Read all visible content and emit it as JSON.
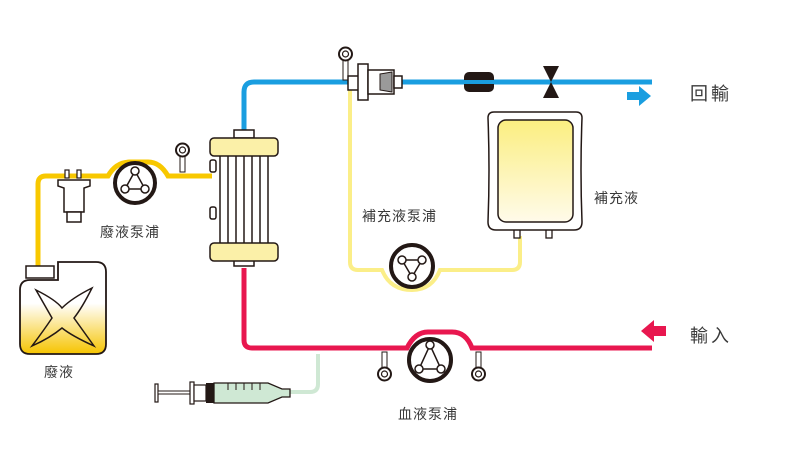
{
  "labels": {
    "return": "回輸",
    "input": "輸入",
    "waste_pump": "廢液泵浦",
    "replacement_pump": "補充液泵浦",
    "replacement_fluid": "補充液",
    "waste": "廢液",
    "blood_pump": "血液泵浦"
  },
  "colors": {
    "return_line": "#1a9ee0",
    "input_line": "#e8174f",
    "waste_line": "#f8c800",
    "replacement_line": "#fbee88",
    "syringe_line": "#cfe8d4",
    "filter_cap": "#fbf0a8",
    "outline": "#231815"
  }
}
